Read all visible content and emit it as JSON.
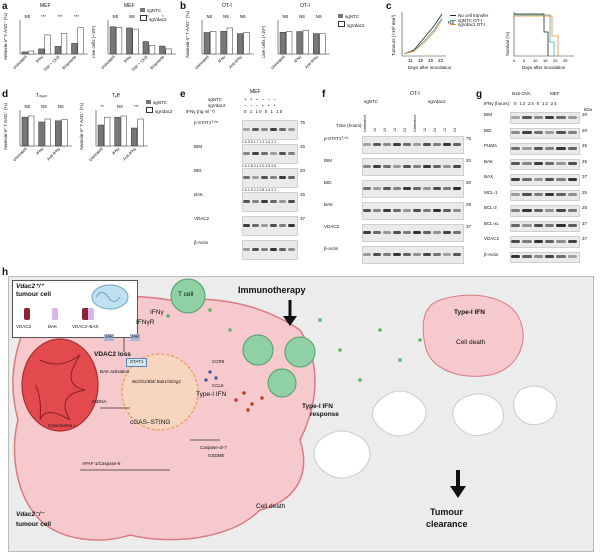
{
  "panels": {
    "a": {
      "label": "a",
      "title1": "MEF",
      "title2": "MEF",
      "ylabel1": "Annexin-V⁺7-AAD⁺ (%)",
      "ylabel2": "Live cells (×10⁵)",
      "xcats": [
        "Untreated",
        "IFNγ",
        "TNF + CHX",
        "Etoposide"
      ],
      "sig1": [
        "NS",
        "***",
        "***",
        "***"
      ],
      "sig2": [
        "NS",
        "NS",
        "**",
        "*"
      ],
      "legend": [
        "sgNTC",
        "sgVdac2"
      ]
    },
    "b": {
      "label": "b",
      "title1": "OT-I",
      "title2": "OT-I",
      "ylabel1": "Annexin-V⁺7-AAD⁺ (%)",
      "ylabel2": "Live cells (×10⁵)",
      "xcats": [
        "Untreated",
        "IFNγ",
        "Anti-IFNγ"
      ],
      "sig1": [
        "NS",
        "NS",
        "NS"
      ],
      "sig2": [
        "NS",
        "NS",
        "NS"
      ],
      "legend": [
        "sgNTC",
        "sgVdac2"
      ]
    },
    "c": {
      "label": "c",
      "ylabel1": "Tumours (×10³ mm³)",
      "xlabel1": "Days after inoculation",
      "ticks1": [
        "11",
        "15",
        "19",
        "23"
      ],
      "ylabel2": "Survival (%)",
      "xlabel2": "Days after inoculation",
      "ticks2": [
        "0",
        "5",
        "10",
        "15",
        "20",
        "25"
      ],
      "legend": [
        "No cell transfer",
        "sgNTC OT-I",
        "sgVdac2 OT-I"
      ],
      "sig": "NS"
    },
    "d": {
      "label": "d",
      "title1": "Tₘₑₘ",
      "title2": "Tₑff",
      "ylabel1": "Annexin-V⁺7-AAD⁺ (%)",
      "ylabel2": "Annexin-V⁺7-AAD⁺ (%)",
      "xcats1": [
        "Untreated",
        "IFNγ",
        "Anti-IFNγ"
      ],
      "xcats2": [
        "Untreated",
        "IFNγ",
        "Anti-IFNγ"
      ],
      "sig1": [
        "NS",
        "NS",
        "NS"
      ],
      "sig2": [
        "**",
        "NS",
        "***"
      ],
      "legend": [
        "sgNTC",
        "sgVdac2"
      ]
    },
    "e": {
      "label": "e",
      "title": "MEF",
      "rows": [
        "sgNTC",
        "sgVdac2",
        "IFNγ (ng ml⁻¹)"
      ],
      "signs1": "+ + + − − −",
      "signs2": "− − − + + +",
      "doses": "0 1 10 0 1 10",
      "blots": [
        "p-STAT1ᵀ⁷⁰¹",
        "BIM",
        "BID",
        "BAK",
        "VDAC2",
        "β-Actin"
      ],
      "kda": [
        "75",
        "25",
        "20",
        "25",
        "37"
      ],
      "quant": [
        "1.0 0.9 1.7 1.2 1.0 2.1",
        "1.0 1.8 3.1 1.0 1.5 2.5",
        "1.0 1.9 2.1 0.8 1.9 2.1"
      ]
    },
    "f": {
      "label": "f",
      "title": "OT-I",
      "groups": [
        "sgNTC",
        "sgVdac2"
      ],
      "time_label": "Time (hours):",
      "times": [
        "Untreated",
        "12",
        "24",
        "12",
        "24",
        "Untreated",
        "12",
        "24",
        "12",
        "24"
      ],
      "sub": [
        "IFNγ",
        "Anti-IFNγ",
        "IFNγ",
        "Anti-IFNγ"
      ],
      "blots": [
        "p-STAT1ᵀ⁷⁰¹",
        "BIM",
        "BID",
        "BAK",
        "VDAC2",
        "β-Actin"
      ],
      "kda": [
        "75",
        "20",
        "20",
        "25",
        "37"
      ]
    },
    "g": {
      "label": "g",
      "title1": "B16-OVA",
      "title2": "MEF",
      "ifn": "IFNγ (hours):",
      "times": "0 12 24 0 12 24",
      "kda_label": "kDa",
      "blots": [
        "BIM",
        "BID",
        "PUMA",
        "BAK",
        "BAX",
        "MCL-1",
        "BCL-2",
        "BCL-xL",
        "VDAC2",
        "β-Actin"
      ],
      "kda": [
        "20",
        "20",
        "25",
        "25",
        "37",
        "25",
        "25",
        "37",
        "37"
      ]
    },
    "h": {
      "label": "h",
      "inset_title1": "Vdac2⁺/⁺",
      "inset_title2": "tumour cell",
      "legend": [
        "VDAC2",
        "BAK",
        "VDAC2–BAK"
      ],
      "immunotherapy": "Immunotherapy",
      "tcell": "T cell",
      "ifng": "IFNγ",
      "ifngr": "IFNγR",
      "jak1": "JAK",
      "jak2": "JAK",
      "stat1": "STAT1",
      "genes": "Bcl2l11/Bid/ Bak1/Sting1",
      "vdac2_loss": "VDAC2 loss",
      "bak_act": "BAK activation",
      "mtdna": "mtDNA",
      "cgas": "cGAS–STING",
      "type1ifn": "Type-I IFN",
      "cytc": "Cytochrome c",
      "apaf": "APAF-1/Caspase-9",
      "casp": "Caspase-3/-7",
      "gsdme": "GSDME",
      "cell_death": "Cell death",
      "ccr5": "CCR5",
      "ccl5": "CCL5",
      "t1_resp1": "Type-I IFN",
      "t1_resp2": "response",
      "right_t1": "Type-I IFN",
      "right_cd": "Cell death",
      "ko1": "Vdac2⁻/⁻",
      "ko2": "tumour cell",
      "clear1": "Tumour",
      "clear2": "clearance"
    }
  },
  "chart_data": [
    {
      "type": "bar",
      "panel": "a-left",
      "categories": [
        "Untreated",
        "IFNγ",
        "TNF + CHX",
        "Etoposide"
      ],
      "series": [
        {
          "name": "sgNTC",
          "values": [
            5,
            12,
            18,
            25
          ]
        },
        {
          "name": "sgVdac2",
          "values": [
            7,
            45,
            48,
            62
          ]
        }
      ],
      "ylim": [
        0,
        80
      ]
    },
    {
      "type": "bar",
      "panel": "a-right",
      "categories": [
        "Untreated",
        "IFNγ",
        "TNF + CHX",
        "Etoposide"
      ],
      "series": [
        {
          "name": "sgNTC",
          "values": [
            4.8,
            4.6,
            2.2,
            1.4
          ]
        },
        {
          "name": "sgVdac2",
          "values": [
            4.7,
            4.4,
            1.5,
            0.9
          ]
        }
      ],
      "ylim": [
        0,
        6
      ]
    },
    {
      "type": "bar",
      "panel": "b-left",
      "categories": [
        "Untreated",
        "IFNγ",
        "Anti-IFNγ"
      ],
      "series": [
        {
          "name": "sgNTC",
          "values": [
            38,
            40,
            36
          ]
        },
        {
          "name": "sgVdac2",
          "values": [
            40,
            46,
            38
          ]
        }
      ],
      "ylim": [
        0,
        60
      ]
    },
    {
      "type": "bar",
      "panel": "b-right",
      "categories": [
        "Untreated",
        "IFNγ",
        "Anti-IFNγ"
      ],
      "series": [
        {
          "name": "sgNTC",
          "values": [
            3.2,
            3.3,
            3.0
          ]
        },
        {
          "name": "sgVdac2",
          "values": [
            3.3,
            3.5,
            3.0
          ]
        }
      ],
      "ylim": [
        0,
        5
      ]
    },
    {
      "type": "bar",
      "panel": "d-left",
      "categories": [
        "Untreated",
        "IFNγ",
        "Anti-IFNγ"
      ],
      "series": [
        {
          "name": "sgNTC",
          "values": [
            48,
            40,
            42
          ]
        },
        {
          "name": "sgVdac2",
          "values": [
            50,
            45,
            44
          ]
        }
      ],
      "ylim": [
        0,
        60
      ]
    },
    {
      "type": "bar",
      "panel": "d-right",
      "categories": [
        "Untreated",
        "IFNγ",
        "Anti-IFNγ"
      ],
      "series": [
        {
          "name": "sgNTC",
          "values": [
            35,
            48,
            30
          ]
        },
        {
          "name": "sgVdac2",
          "values": [
            48,
            50,
            45
          ]
        }
      ],
      "ylim": [
        0,
        60
      ]
    }
  ],
  "colors": {
    "ntc": "#777777",
    "ko": "#ffffff",
    "cell": "#f6c9cc",
    "cellStroke": "#d97b82",
    "tcell": "#8fd1a4",
    "bg": "#ececec",
    "orange": "#f08a2a",
    "mito": "#d23c44"
  }
}
